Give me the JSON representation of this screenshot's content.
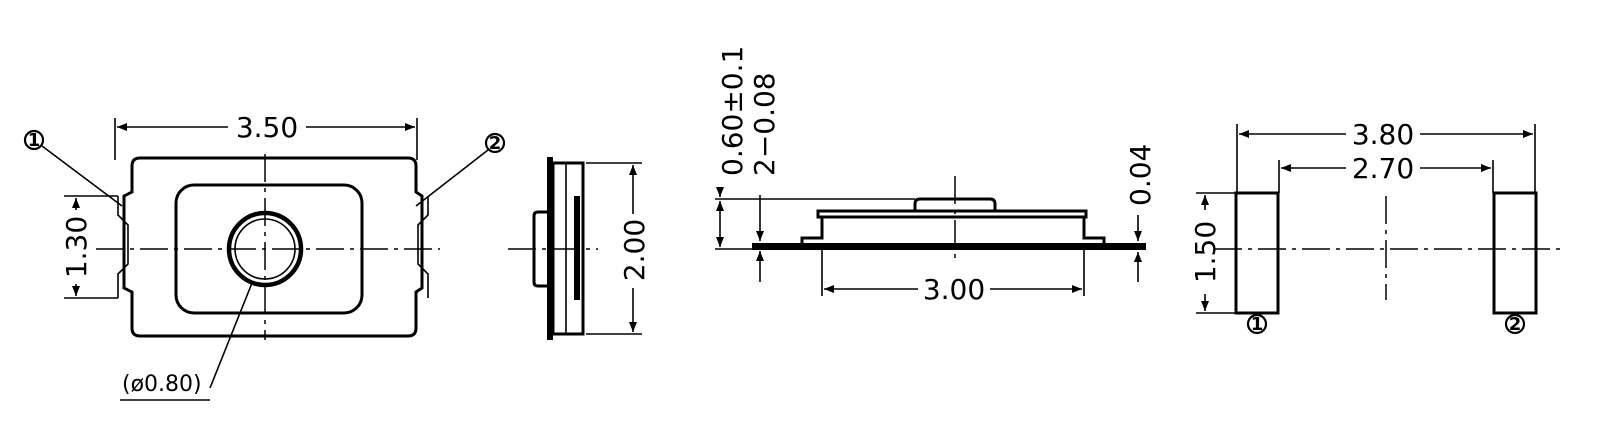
{
  "views": {
    "top": {
      "width_dim": "3.50",
      "height_dim": "1.30",
      "hole_dim": "(ø0.80)",
      "pin1_marker": "1",
      "pin2_marker": "2"
    },
    "side": {
      "height_dim": "2.00"
    },
    "front": {
      "height_dim": "0.60±0.1",
      "stem_dim": "2−0.08",
      "tab_dim": "0.04",
      "width_dim": "3.00"
    },
    "footprint": {
      "outer_dim": "3.80",
      "inner_dim": "2.70",
      "pad_height_dim": "1.50",
      "pin1_marker": "1",
      "pin2_marker": "2"
    }
  }
}
